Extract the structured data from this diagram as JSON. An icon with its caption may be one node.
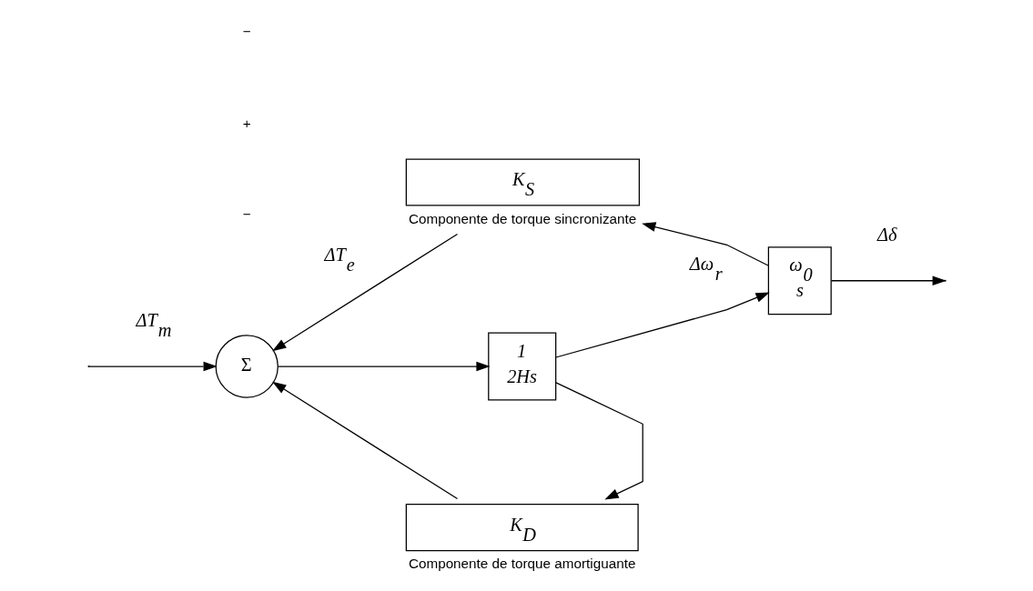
{
  "diagram": {
    "nodes": [
      {
        "text": [
          "Σ"
        ]
      },
      {
        "text": [
          "1",
          "2Hs"
        ]
      },
      {
        "text": [
          "ω$_{0}$",
          "s"
        ]
      },
      {
        "text": [
          "K$_{S}$"
        ],
        "beside": [
          "Componente de torque sincronizante"
        ]
      },
      {
        "text": [
          "K$_{D}$"
        ],
        "beside": [
          "Componente de torque amortiguante"
        ]
      }
    ],
    "edges": [
      {
        "from": null,
        "to": 0,
        "arrow": "to",
        "label": "ΔT$_{m}$"
      },
      {
        "from": 0,
        "to": 1,
        "arrow": "to"
      },
      {
        "from": 1,
        "to": 2,
        "arrow": "to",
        "label": "Δω$_{r}$"
      },
      {
        "from": 2,
        "to": null,
        "arrow": "to",
        "label": "Δδ"
      },
      {
        "from": 2,
        "to": 3,
        "arrow": "to"
      },
      {
        "from": 3,
        "to": 0,
        "arrow": "to",
        "label": "ΔT$_{e}$"
      },
      {
        "from": 1,
        "to": 4,
        "arrow": "to"
      },
      {
        "from": 4,
        "to": 0,
        "arrow": "to"
      }
    ],
    "labels": [
      "+",
      "−",
      "−"
    ]
  }
}
